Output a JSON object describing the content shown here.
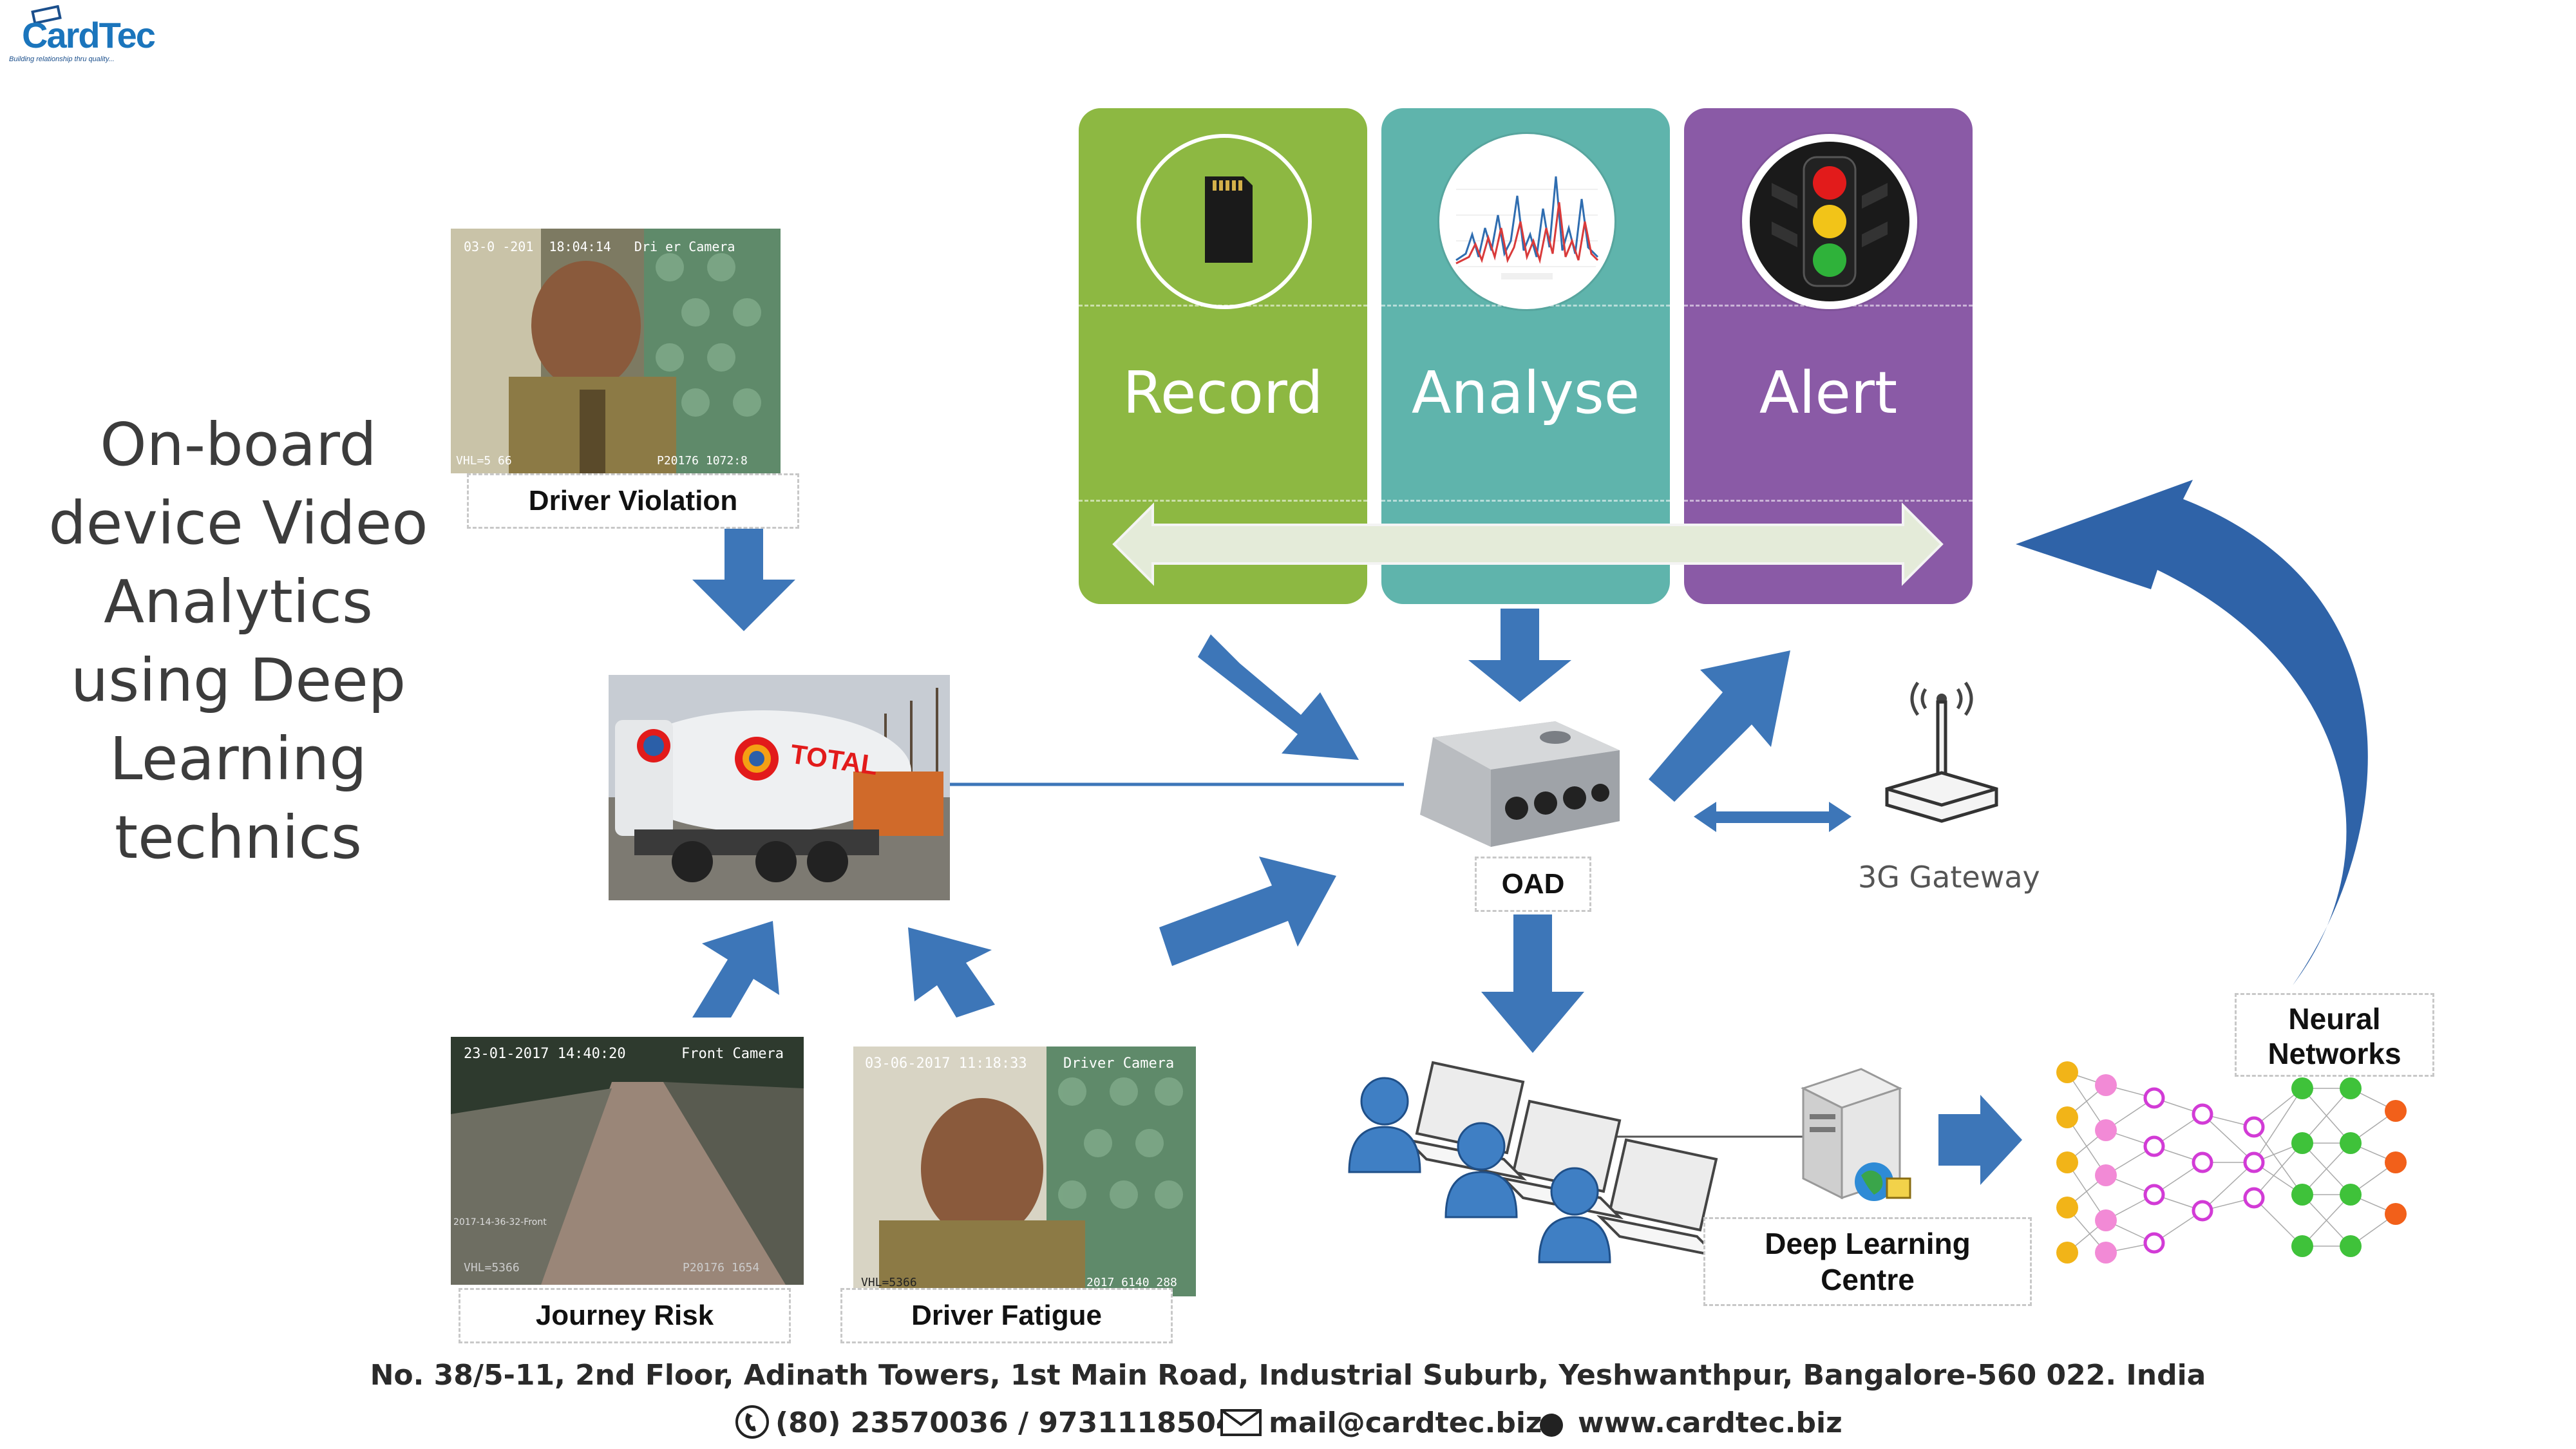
{
  "logo": {
    "text": "CardTec",
    "tagline": "Building relationship thru quality..."
  },
  "headline": [
    "On-board",
    "device Video",
    "Analytics",
    "using Deep",
    "Learning",
    "technics"
  ],
  "pipeline": {
    "record": {
      "label": "Record",
      "color": "#8db842",
      "icon": "sd-card-icon"
    },
    "analyse": {
      "label": "Analyse",
      "color": "#5fb4ac",
      "icon": "chart-icon"
    },
    "alert": {
      "label": "Alert",
      "color": "#8a5aa6",
      "icon": "traffic-light-icon"
    }
  },
  "photos": {
    "driver_violation": {
      "caption": "Driver Violation",
      "overlay_top": "03-0 -201  18:04:14   Dri er Camera",
      "overlay_bottom": "VHL=5 66",
      "overlay_bottom_right": "P20176 1072:8"
    },
    "journey_risk": {
      "caption": "Journey Risk",
      "overlay_top": "23-01-2017 14:40:20",
      "overlay_top_right": "Front Camera",
      "overlay_mid": "2017-14-36-32-Front",
      "overlay_bottom": "VHL=5366",
      "overlay_bottom_right": "P20176 1654"
    },
    "driver_fatigue": {
      "caption": "Driver Fatigue",
      "overlay_top": "03-06-2017 11:18:33",
      "overlay_top_right": "Driver Camera",
      "overlay_bottom": "VHL=5366",
      "overlay_bottom_right": "2017 6140 288"
    },
    "truck": {
      "brand": "TOTAL"
    }
  },
  "devices": {
    "oad": "OAD",
    "gateway": "3G Gateway",
    "dlc_line1": "Deep Learning",
    "dlc_line2": "Centre",
    "nn_line1": "Neural",
    "nn_line2": "Networks"
  },
  "footer": {
    "address": "No. 38/5-11, 2nd Floor, Adinath Towers, 1st Main Road, Industrial Suburb, Yeshwanthpur, Bangalore-560 022. India",
    "phone": "(80)  23570036  / 9731118504",
    "email": "mail@cardtec.biz",
    "web": "www.cardtec.biz"
  },
  "colors": {
    "arrow": "#3d76b8",
    "headline": "#3c3c3c"
  }
}
